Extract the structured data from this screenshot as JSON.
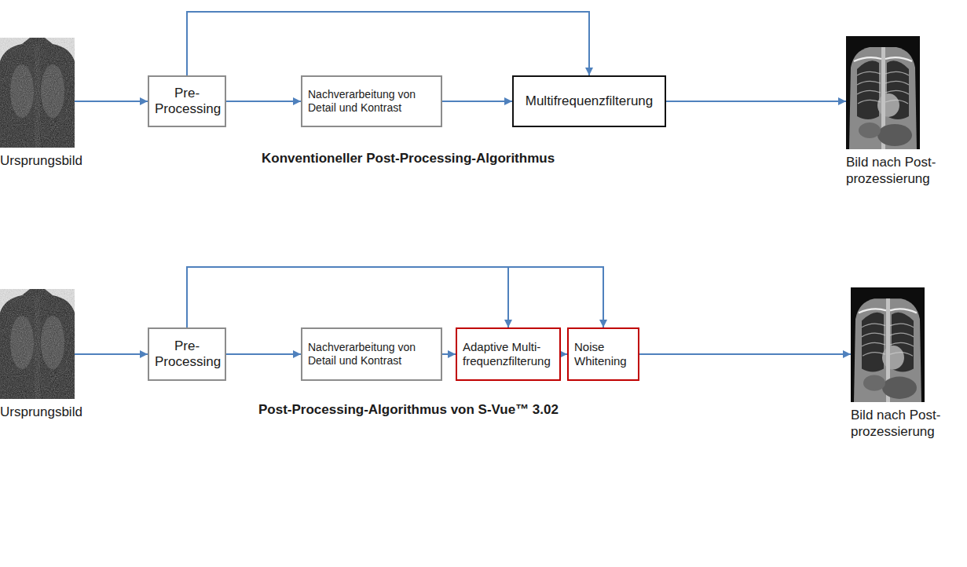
{
  "diagram": {
    "nodes": [
      {
        "text": [
          "Ursprungsbild"
        ]
      },
      {
        "text": [
          "Pre- Processing"
        ]
      },
      {
        "text": [
          "Nachverarbeitung von Detail und Kontrast"
        ]
      },
      {
        "text": [
          "Multifrequenzfilterung"
        ]
      },
      {
        "text": [
          "Bild nach Post- prozessierung"
        ]
      },
      {
        "text": [
          "Ursprungsbild"
        ]
      },
      {
        "text": [
          "Pre- Processing"
        ]
      },
      {
        "text": [
          "Nachverarbeitung von Detail und Kontrast"
        ]
      },
      {
        "text": [
          "Adaptive Multi- frequenzfilterung"
        ]
      },
      {
        "text": [
          "Noise Whitening"
        ]
      },
      {
        "text": [
          "Bild nach Post- prozessierung"
        ]
      }
    ],
    "edges": [
      {
        "from": 0,
        "to": 1,
        "arrow": "to"
      },
      {
        "from": 1,
        "to": 2,
        "arrow": "to"
      },
      {
        "from": 2,
        "to": 3,
        "arrow": "to"
      },
      {
        "from": 3,
        "to": 4,
        "arrow": "to"
      },
      {
        "from": 1,
        "to": 3,
        "arrow": "to"
      },
      {
        "from": 5,
        "to": 6,
        "arrow": "to"
      },
      {
        "from": 6,
        "to": 7,
        "arrow": "to"
      },
      {
        "from": 7,
        "to": 8,
        "arrow": "to"
      },
      {
        "from": 8,
        "to": 9,
        "arrow": "to"
      },
      {
        "from": 9,
        "to": 10,
        "arrow": "to"
      },
      {
        "from": 6,
        "to": 8,
        "arrow": "to"
      },
      {
        "from": 6,
        "to": 9,
        "arrow": "to"
      }
    ],
    "labels": [
      "Konventioneller Post-Processing-Algorithmus",
      "Post-Processing-Algorithmus von S-Vue™ 3.02"
    ]
  }
}
